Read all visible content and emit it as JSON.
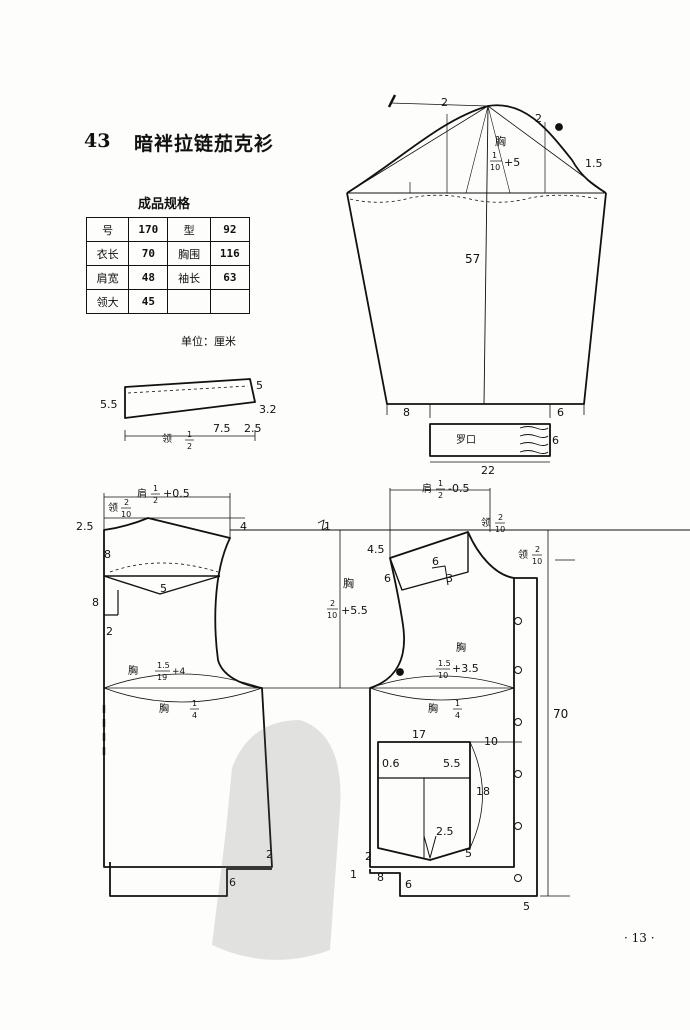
{
  "header": {
    "number": "43",
    "title": "暗袢拉链茄克衫"
  },
  "spec": {
    "heading": "成品规格",
    "rows": [
      [
        "号",
        "170",
        "型",
        "92"
      ],
      [
        "衣长",
        "70",
        "胸围",
        "116"
      ],
      [
        "肩宽",
        "48",
        "袖长",
        "63"
      ],
      [
        "领大",
        "45",
        "",
        ""
      ]
    ],
    "unit": "单位：厘米"
  },
  "sleeve": {
    "cap_left": "2",
    "cap_right": "2",
    "cap_edge": "1.5",
    "chest_word": "胸",
    "chest_num": "1",
    "chest_den": "10",
    "chest_plus": "+5",
    "length": "57",
    "hem_left": "8",
    "hem_right": "6"
  },
  "cuff": {
    "label": "罗口",
    "width": "22",
    "height": "6"
  },
  "collar": {
    "tip": "5",
    "height": "5.5",
    "drop": "3.2",
    "stand": "7.5",
    "stand2": "2.5",
    "word": "领",
    "num": "1",
    "den": "2"
  },
  "back": {
    "shoulder_word": "肩",
    "shoulder_num": "1",
    "shoulder_den": "2",
    "shoulder_plus": "+0.5",
    "neck_word": "领",
    "neck_num": "2",
    "neck_den": "10",
    "rise": "2.5",
    "slope": "4",
    "yoke": "8",
    "yoke_drop": "5",
    "side": "8",
    "side2": "2",
    "chest_word": "胸",
    "chest_calc": "1.5",
    "chest_calc_den": "19",
    "chest_calc_plus": "+4",
    "chest_width_word": "胸",
    "chest_width_num": "1",
    "chest_width_den": "4",
    "hem_corner": "2",
    "rib": "6"
  },
  "mid": {
    "marker": "1",
    "depth_word": "胸",
    "depth_num": "2",
    "depth_den": "10",
    "depth_plus": "+5.5"
  },
  "front": {
    "shoulder_word": "肩",
    "shoulder_num": "1",
    "shoulder_den": "2",
    "shoulder_minus": "-0.5",
    "neck_word": "领",
    "neck_num": "2",
    "neck_den": "10",
    "neck2_word": "领",
    "neck2_num": "2",
    "neck2_den": "10",
    "drop": "4.5",
    "yoke": "6",
    "yoke_left": "6",
    "yoke_small": "3",
    "chest_word": "胸",
    "chest_calc": "1.5",
    "chest_calc_den": "10",
    "chest_calc_plus": "+3.5",
    "chest_width_word": "胸",
    "chest_width_num": "1",
    "chest_width_den": "4",
    "length": "70",
    "pocket_top": "17",
    "pocket_right": "10",
    "pocket_left": "0.6",
    "pocket_right2": "5.5",
    "pocket_depth": "18",
    "pocket_dart": "2.5",
    "pocket_bottom": "5",
    "hem_corner": "2",
    "hem_one": "1",
    "hem_eight": "8",
    "rib": "6",
    "placket_bottom": "5"
  },
  "footer": {
    "page": "· 13 ·"
  }
}
